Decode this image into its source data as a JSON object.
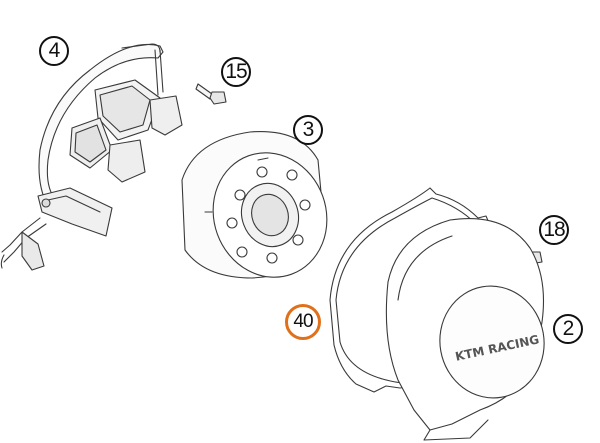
{
  "diagram": {
    "callouts": [
      {
        "id": "stator-assembly",
        "label": "4"
      },
      {
        "id": "screw-stator",
        "label": "15"
      },
      {
        "id": "rotor-flywheel",
        "label": "3"
      },
      {
        "id": "screw-cover",
        "label": "18"
      },
      {
        "id": "gasket",
        "label": "40",
        "highlighted": true
      },
      {
        "id": "ignition-cover",
        "label": "2"
      }
    ],
    "cover_logo_text": "KTM RACING",
    "highlight_color": "#e0701a"
  }
}
